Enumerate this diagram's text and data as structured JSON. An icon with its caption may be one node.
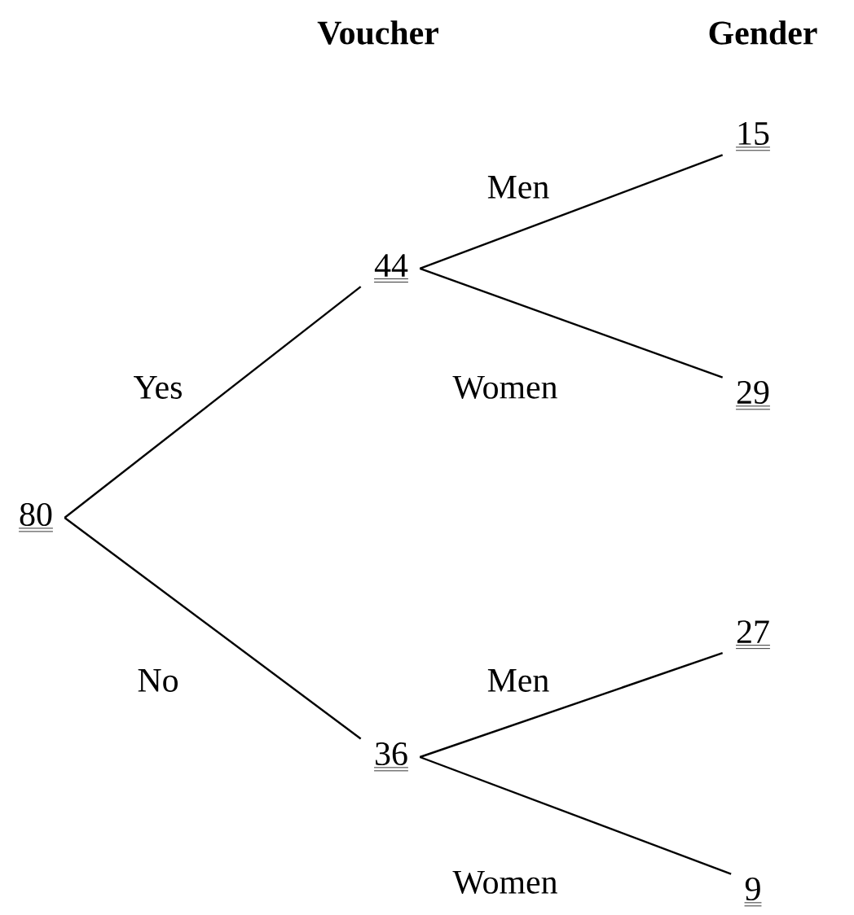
{
  "diagram": {
    "nodes": [
      {
        "text": [
          "80"
        ]
      },
      {
        "text": [
          "44"
        ]
      },
      {
        "text": [
          "36"
        ]
      },
      {
        "text": [
          "15"
        ]
      },
      {
        "text": [
          "29"
        ]
      },
      {
        "text": [
          "27"
        ]
      },
      {
        "text": [
          "9"
        ]
      }
    ],
    "edges": [
      {
        "from": 0,
        "to": 1,
        "arrow": "none",
        "label": "Yes"
      },
      {
        "from": 0,
        "to": 2,
        "arrow": "none",
        "label": "No"
      },
      {
        "from": 1,
        "to": 3,
        "arrow": "none",
        "label": "Men"
      },
      {
        "from": 1,
        "to": 4,
        "arrow": "none",
        "label": "Women"
      },
      {
        "from": 2,
        "to": 5,
        "arrow": "none",
        "label": "Men"
      },
      {
        "from": 2,
        "to": 6,
        "arrow": "none",
        "label": "Women"
      }
    ],
    "labels": [
      "Voucher",
      "Gender"
    ]
  }
}
